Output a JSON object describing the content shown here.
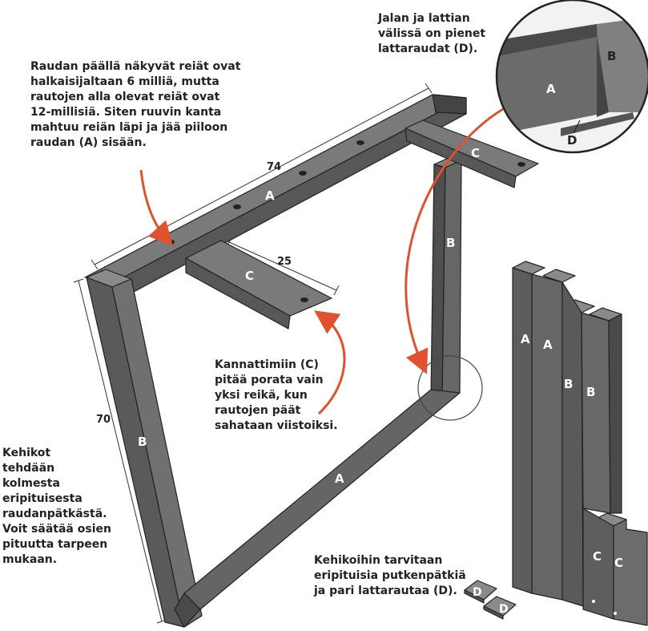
{
  "captions": {
    "holes_note": "Raudan päällä näkyvät reiät ovat\nhalkaisijaltaan 6 milliä, mutta\nrautojen alla olevat reiät ovat\n12-millisiä. Siten ruuvin kanta\nmahtuu reiän läpi ja jää piiloon\nraudan (A) sisään.",
    "plates_note": "Jalan ja lattian\nvälissä on pienet\nlattaraudat (D).",
    "bracket_note": "Kannattimiin (C)\npitää porata vain\nyksi reikä, kun\nrautojen päät\nsahataan viistoiksi.",
    "frames_note": "Kehikot\ntehdään\nkolmesta\neripituisesta\nraudanpätkästä.\nVoit säätää osien\npituutta tarpeen\nmukaan.",
    "parts_note": "Kehikoihin tarvitaan\neripituisia putkenpätkiä\nja pari lattarautaa (D)."
  },
  "dimensions": {
    "top_length": "74",
    "leg_height": "70",
    "bracket_length": "25"
  },
  "part_labels": {
    "a": "A",
    "b": "B",
    "c": "C",
    "d": "D"
  },
  "colors": {
    "steel_light": "#6a6a6a",
    "steel_mid": "#545454",
    "steel_dark": "#3c3c3c",
    "arrow": "#e0522f",
    "outline": "#222222"
  }
}
